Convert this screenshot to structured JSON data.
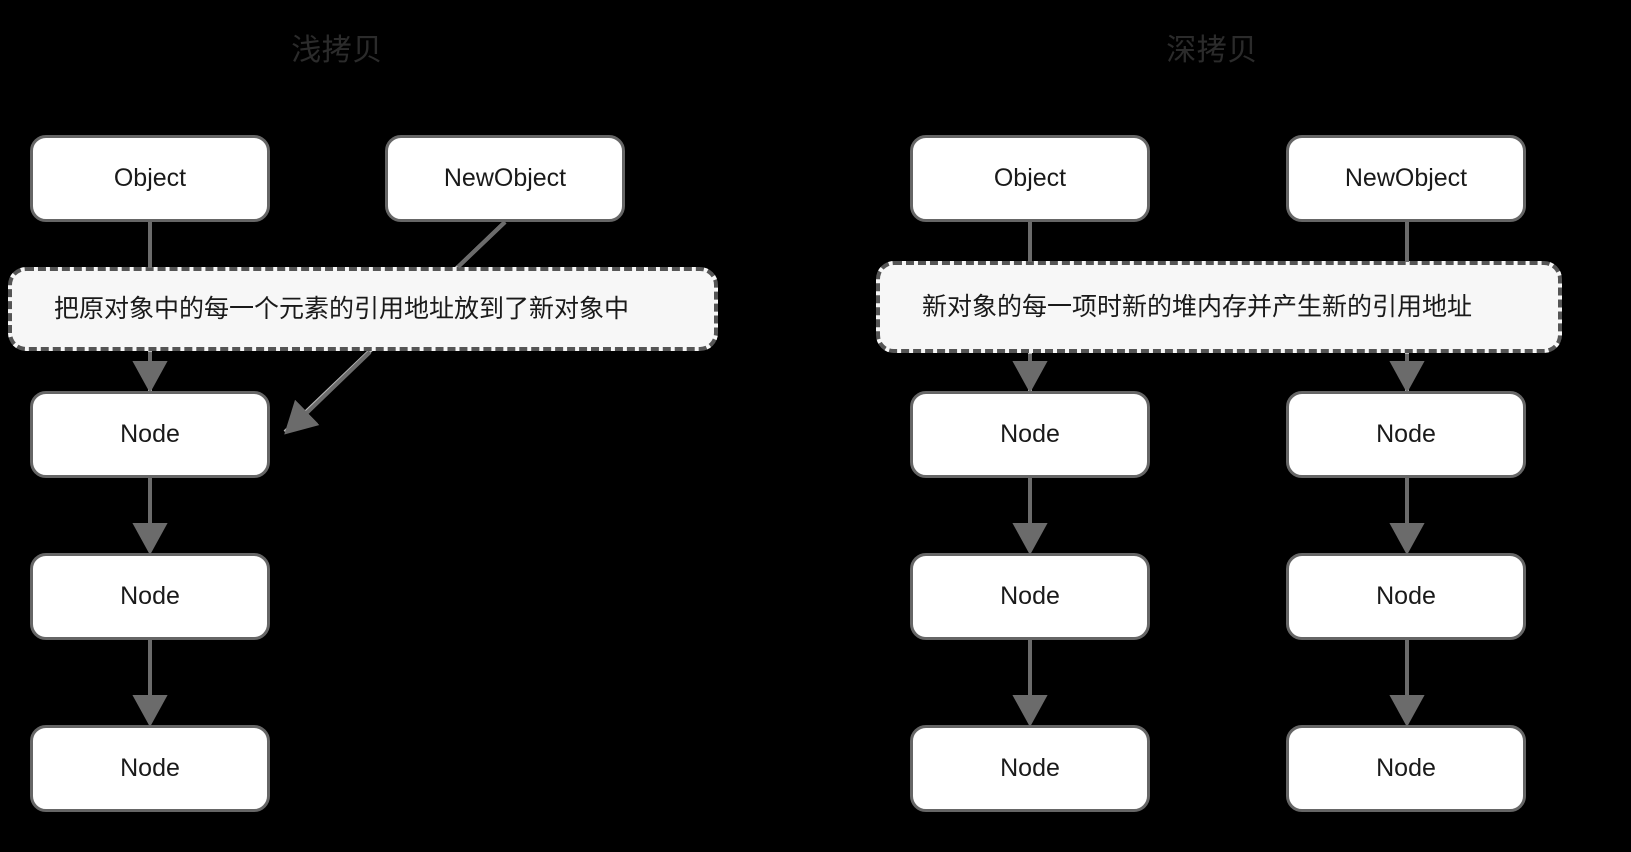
{
  "diagram": {
    "background_color": "#000000",
    "box_fill": "#ffffff",
    "box_border": "#666666",
    "note_fill": "#f7f7f7",
    "note_border": "#555555",
    "edge_color_dark": "#666666",
    "edge_color_light": "#b8b8b8",
    "title_color": "#2b2b2b",
    "text_color": "#1a1a1a"
  },
  "panels": {
    "left": {
      "title": "浅拷贝",
      "note": "把原对象中的每一个元素的引用地址放到了新对象中",
      "object_label": "Object",
      "newobject_label": "NewObject",
      "nodes": [
        "Node",
        "Node",
        "Node"
      ]
    },
    "right": {
      "title": "深拷贝",
      "note": "新对象的每一项时新的堆内存并产生新的引用地址",
      "object_label": "Object",
      "newobject_label": "NewObject",
      "object_nodes": [
        "Node",
        "Node",
        "Node"
      ],
      "newobject_nodes": [
        "Node",
        "Node",
        "Node"
      ]
    }
  }
}
